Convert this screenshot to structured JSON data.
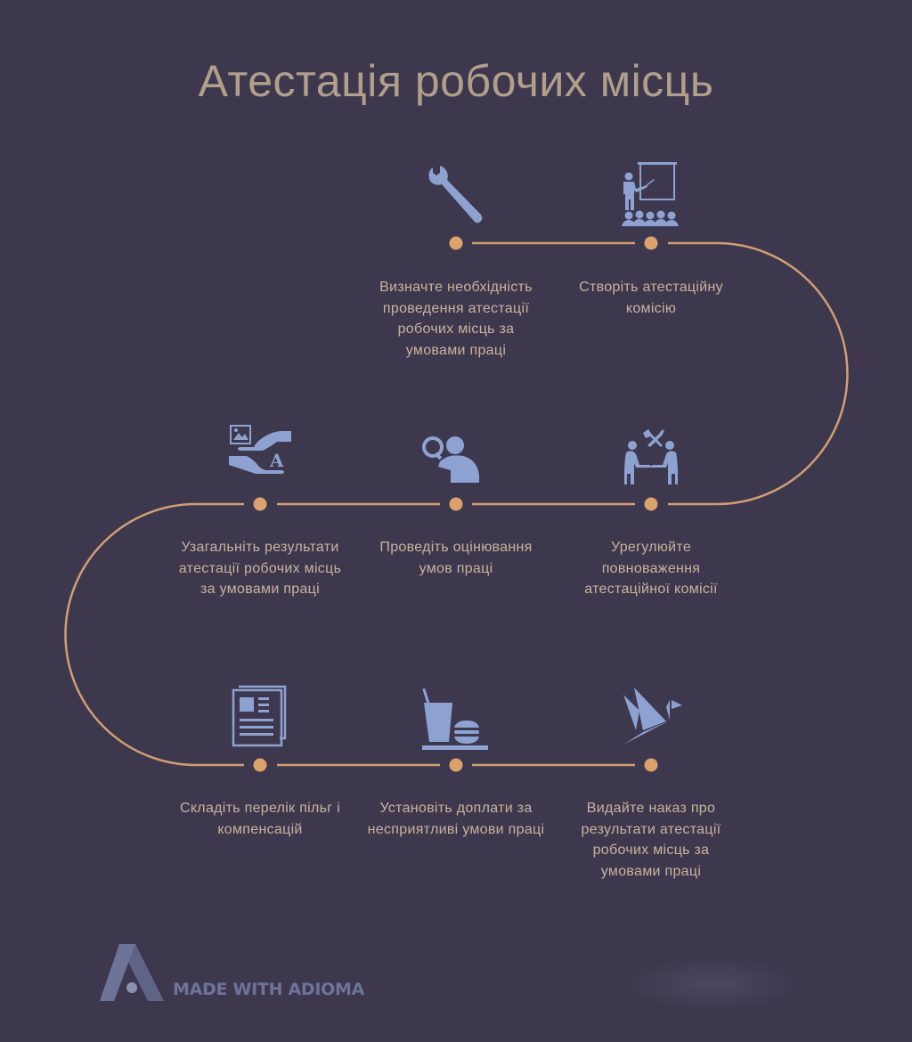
{
  "title": "Атестація робочих місць",
  "colors": {
    "background": "#3e384f",
    "title": "#b09f8a",
    "path_line": "#d19e72",
    "dot": "#dca26c",
    "icon": "#8ea2d1",
    "text": "#c8b39a"
  },
  "steps": [
    {
      "label": "Визначте необхідність проведення атестації робочих місць за умовами праці",
      "icon": "wrench-icon"
    },
    {
      "label": "Створіть атестаційну комісію",
      "icon": "presentation-audience-icon"
    },
    {
      "label": "Урегулюйте повноваження атестаційної комісії",
      "icon": "meeting-table-tools-icon"
    },
    {
      "label": "Проведіть оцінювання умов праці",
      "icon": "person-magnifier-icon"
    },
    {
      "label": "Узагальніть результати атестації робочих місць за умовами праці",
      "icon": "hands-exchange-icon"
    },
    {
      "label": "Складіть перелік пільг і компенсацій",
      "icon": "documents-icon"
    },
    {
      "label": "Установіть доплати за несприятливі умови праці",
      "icon": "drink-burger-icon"
    },
    {
      "label": "Видайте наказ про результати атестації робочих місць за умовами праці",
      "icon": "origami-bird-icon"
    }
  ],
  "footer": {
    "brand": "MADE WITH ADIOMA"
  }
}
